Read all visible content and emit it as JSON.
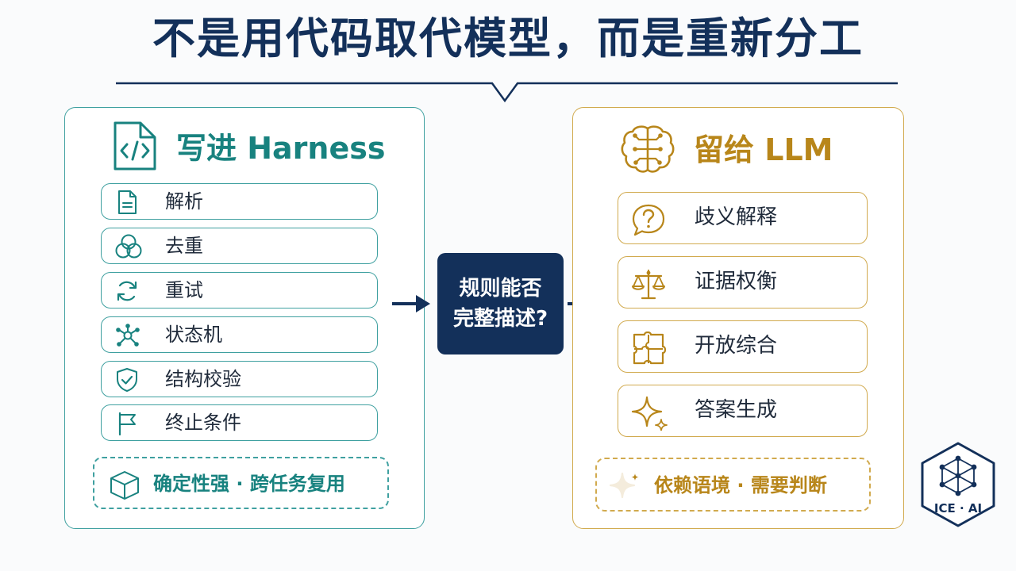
{
  "title": "不是用代码取代模型，而是重新分工",
  "left_panel": {
    "heading": "写进 Harness",
    "items": [
      {
        "label": "解析",
        "icon": "document-icon"
      },
      {
        "label": "去重",
        "icon": "venn-icon"
      },
      {
        "label": "重试",
        "icon": "refresh-icon"
      },
      {
        "label": "状态机",
        "icon": "network-icon"
      },
      {
        "label": "结构校验",
        "icon": "shield-check-icon"
      },
      {
        "label": "终止条件",
        "icon": "flag-icon"
      }
    ],
    "note": "确定性强 · 跨任务复用",
    "note_icon": "cube-icon",
    "color": "#18827f"
  },
  "center": {
    "line1": "规则能否",
    "line2": "完整描述?"
  },
  "right_panel": {
    "heading": "留给 LLM",
    "items": [
      {
        "label": "歧义解释",
        "icon": "question-bubble-icon"
      },
      {
        "label": "证据权衡",
        "icon": "scales-icon"
      },
      {
        "label": "开放综合",
        "icon": "puzzle-icon"
      },
      {
        "label": "答案生成",
        "icon": "sparkle-icon"
      }
    ],
    "note": "依赖语境 · 需要判断",
    "note_icon": "sparkles-icon",
    "color": "#b8861a"
  },
  "badge": {
    "label": "ICE · AI"
  }
}
